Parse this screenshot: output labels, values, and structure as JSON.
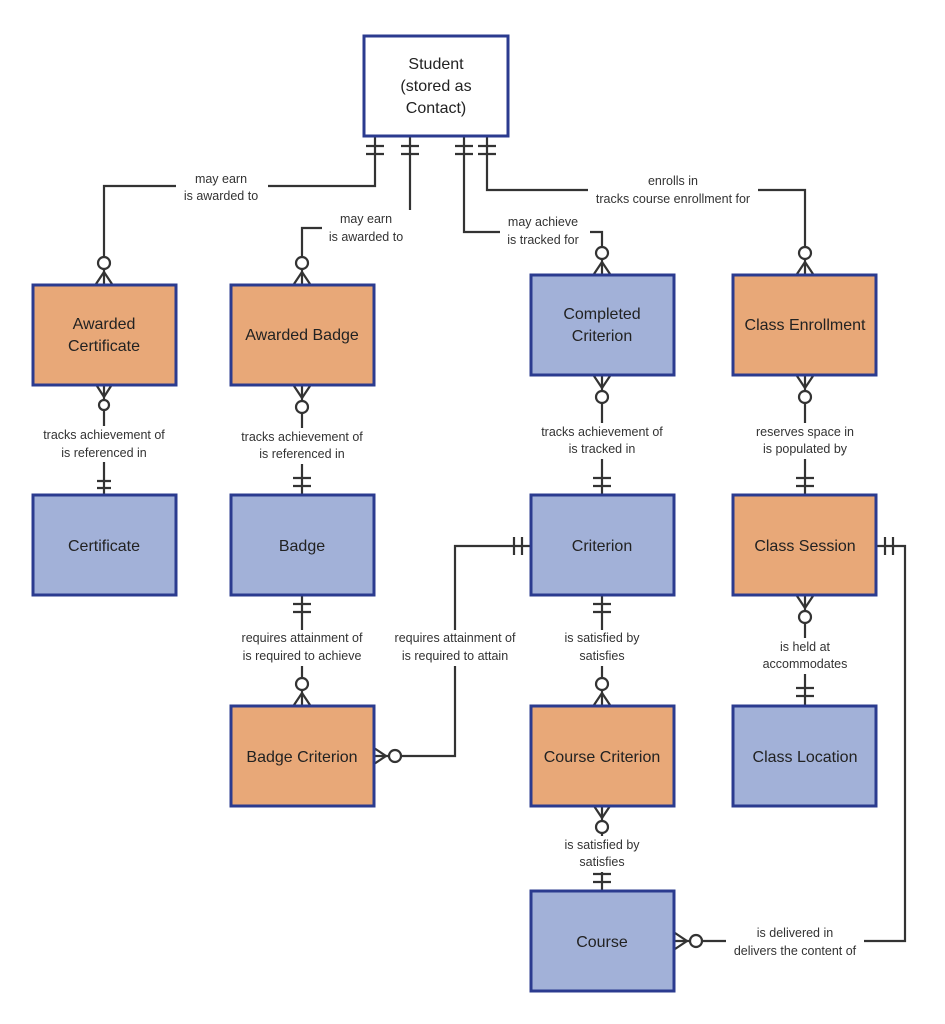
{
  "entities": {
    "student": [
      "Student",
      "(stored as",
      "Contact)"
    ],
    "awarded_certificate": [
      "Awarded",
      "Certificate"
    ],
    "awarded_badge": [
      "Awarded Badge"
    ],
    "completed_criterion": [
      "Completed",
      "Criterion"
    ],
    "class_enrollment": [
      "Class Enrollment"
    ],
    "certificate": [
      "Certificate"
    ],
    "badge": [
      "Badge"
    ],
    "criterion": [
      "Criterion"
    ],
    "class_session": [
      "Class Session"
    ],
    "badge_criterion": [
      "Badge Criterion"
    ],
    "course_criterion": [
      "Course Criterion"
    ],
    "class_location": [
      "Class Location"
    ],
    "course": [
      "Course"
    ]
  },
  "relationships": {
    "student_awarded_certificate": [
      "may earn",
      "is awarded to"
    ],
    "student_awarded_badge": [
      "may earn",
      "is awarded to"
    ],
    "student_completed_criterion": [
      "may achieve",
      "is tracked for"
    ],
    "student_class_enrollment": [
      "enrolls in",
      "tracks course enrollment for"
    ],
    "awarded_certificate_certificate": [
      "tracks achievement of",
      "is referenced in"
    ],
    "awarded_badge_badge": [
      "tracks achievement of",
      "is referenced in"
    ],
    "completed_criterion_criterion": [
      "tracks achievement of",
      "is tracked in"
    ],
    "class_enrollment_class_session": [
      "reserves space in",
      "is populated by"
    ],
    "badge_badge_criterion": [
      "requires attainment of",
      "is required to achieve"
    ],
    "criterion_badge_criterion": [
      "requires attainment of",
      "is required to attain"
    ],
    "criterion_course_criterion": [
      "is satisfied by",
      "satisfies"
    ],
    "class_session_class_location": [
      "is held at",
      "accommodates"
    ],
    "course_criterion_course": [
      "is satisfied by",
      "satisfies"
    ],
    "class_session_course": [
      "is delivered in",
      "delivers the content of"
    ]
  },
  "colors": {
    "strong_entity": "#a2b1d8",
    "associative_entity": "#e8a878",
    "root_entity": "#ffffff",
    "entity_border": "#2b3b8f",
    "connector": "#333333"
  }
}
